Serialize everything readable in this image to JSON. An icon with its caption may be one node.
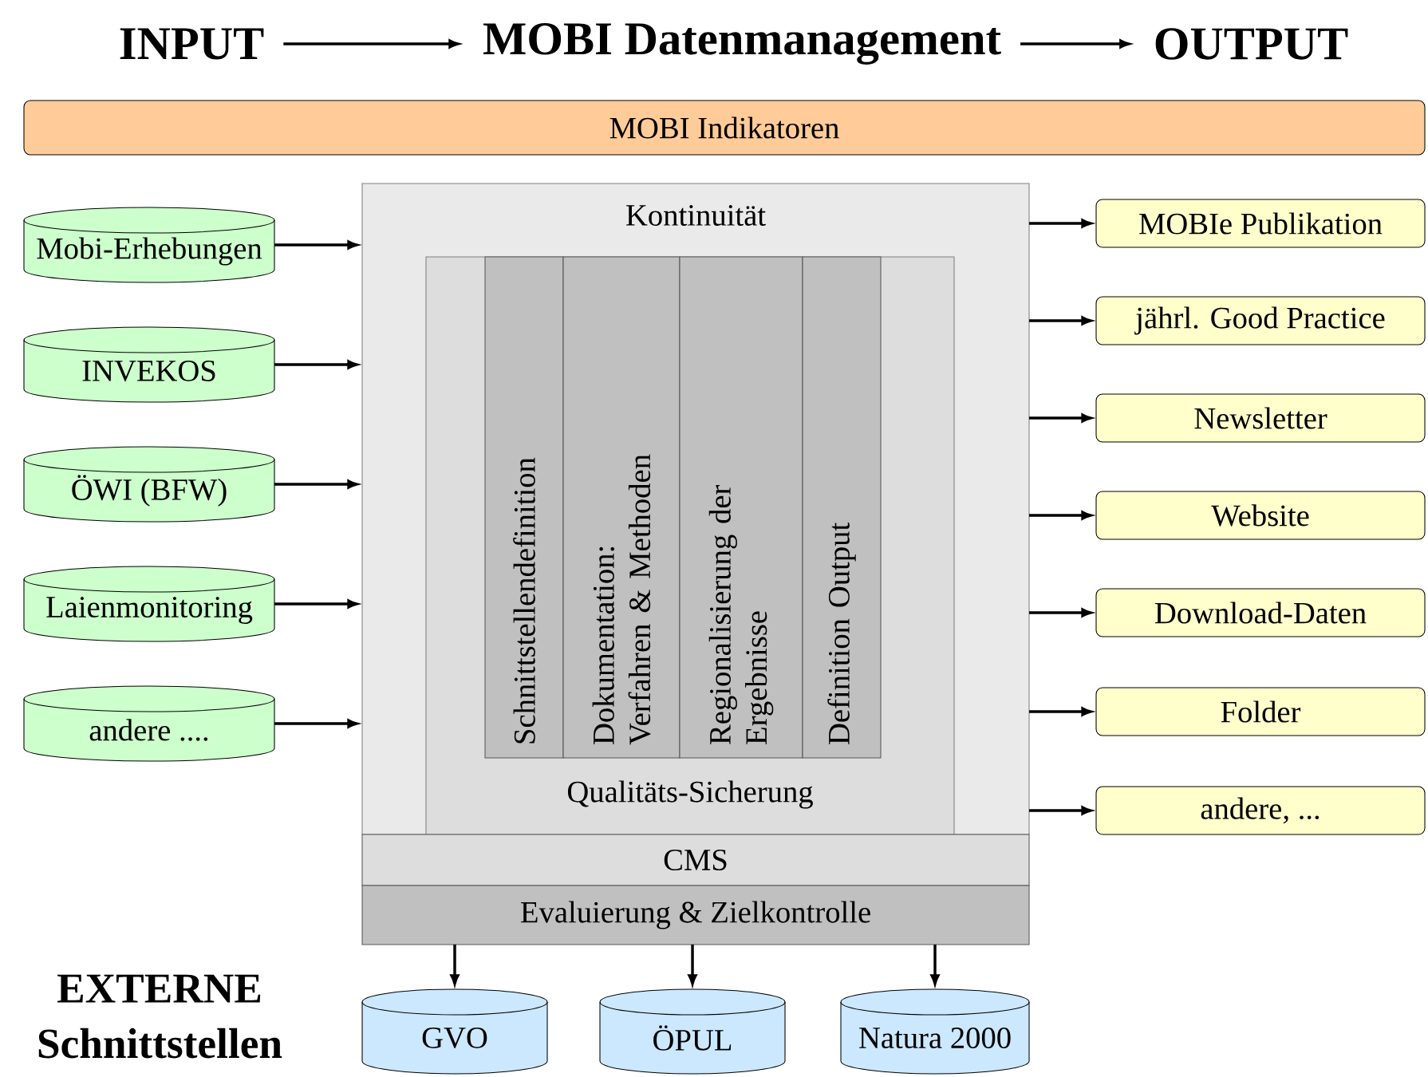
{
  "diagram": {
    "nodes": [
      {
        "text": [
          "INPUT"
        ]
      },
      {
        "text": [
          "MOBI Datenmanagement"
        ]
      },
      {
        "text": [
          "OUTPUT"
        ]
      },
      {
        "text": [
          "MOBI Indikatoren"
        ]
      },
      {
        "text": [
          "Kontinuität"
        ]
      },
      {
        "text": [
          "Qualitäts-Sicherung"
        ],
        "in": 4
      },
      {
        "text": [
          "Schnittstellendefinition"
        ],
        "in": 5
      },
      {
        "text": [
          "Dokumentation: Verfahren & Methoden"
        ],
        "in": 5
      },
      {
        "text": [
          "Regionalisierung der Ergebnisse"
        ],
        "in": 5
      },
      {
        "text": [
          "Definition Output"
        ],
        "in": 5
      },
      {
        "text": [
          "CMS"
        ]
      },
      {
        "text": [
          "Evaluierung & Zielkontrolle"
        ]
      },
      {
        "text": [
          "Mobi-Erhebungen"
        ]
      },
      {
        "text": [
          "INVEKOS"
        ]
      },
      {
        "text": [
          "ÖWI (BFW)"
        ]
      },
      {
        "text": [
          "Laienmonitoring"
        ]
      },
      {
        "text": [
          "andere ...."
        ]
      },
      {
        "text": [
          "MOBIe Publikation"
        ]
      },
      {
        "text": [
          "jährl. Good Practice"
        ]
      },
      {
        "text": [
          "Newsletter"
        ]
      },
      {
        "text": [
          "Website"
        ]
      },
      {
        "text": [
          "Download-Daten"
        ]
      },
      {
        "text": [
          "Folder"
        ]
      },
      {
        "text": [
          "andere, ..."
        ]
      },
      {
        "text": [
          "GVO"
        ]
      },
      {
        "text": [
          "ÖPUL"
        ]
      },
      {
        "text": [
          "Natura 2000"
        ]
      }
    ],
    "edges": [
      {
        "from": 0,
        "to": 1,
        "arrow": "to"
      },
      {
        "from": 1,
        "to": 2,
        "arrow": "to"
      },
      {
        "from": 12,
        "to": 4,
        "arrow": "to"
      },
      {
        "from": 13,
        "to": 4,
        "arrow": "to"
      },
      {
        "from": 14,
        "to": 4,
        "arrow": "to"
      },
      {
        "from": 15,
        "to": 4,
        "arrow": "to"
      },
      {
        "from": 16,
        "to": 4,
        "arrow": "to"
      },
      {
        "from": 4,
        "to": 17,
        "arrow": "to"
      },
      {
        "from": 4,
        "to": 18,
        "arrow": "to"
      },
      {
        "from": 4,
        "to": 19,
        "arrow": "to"
      },
      {
        "from": 4,
        "to": 20,
        "arrow": "to"
      },
      {
        "from": 4,
        "to": 21,
        "arrow": "to"
      },
      {
        "from": 4,
        "to": 22,
        "arrow": "to"
      },
      {
        "from": 4,
        "to": 23,
        "arrow": "to"
      },
      {
        "from": 11,
        "to": 24,
        "arrow": "to"
      },
      {
        "from": 11,
        "to": 25,
        "arrow": "to"
      },
      {
        "from": 11,
        "to": 26,
        "arrow": "to"
      }
    ],
    "labels": [
      "EXTERNE Schnittstellen"
    ]
  }
}
